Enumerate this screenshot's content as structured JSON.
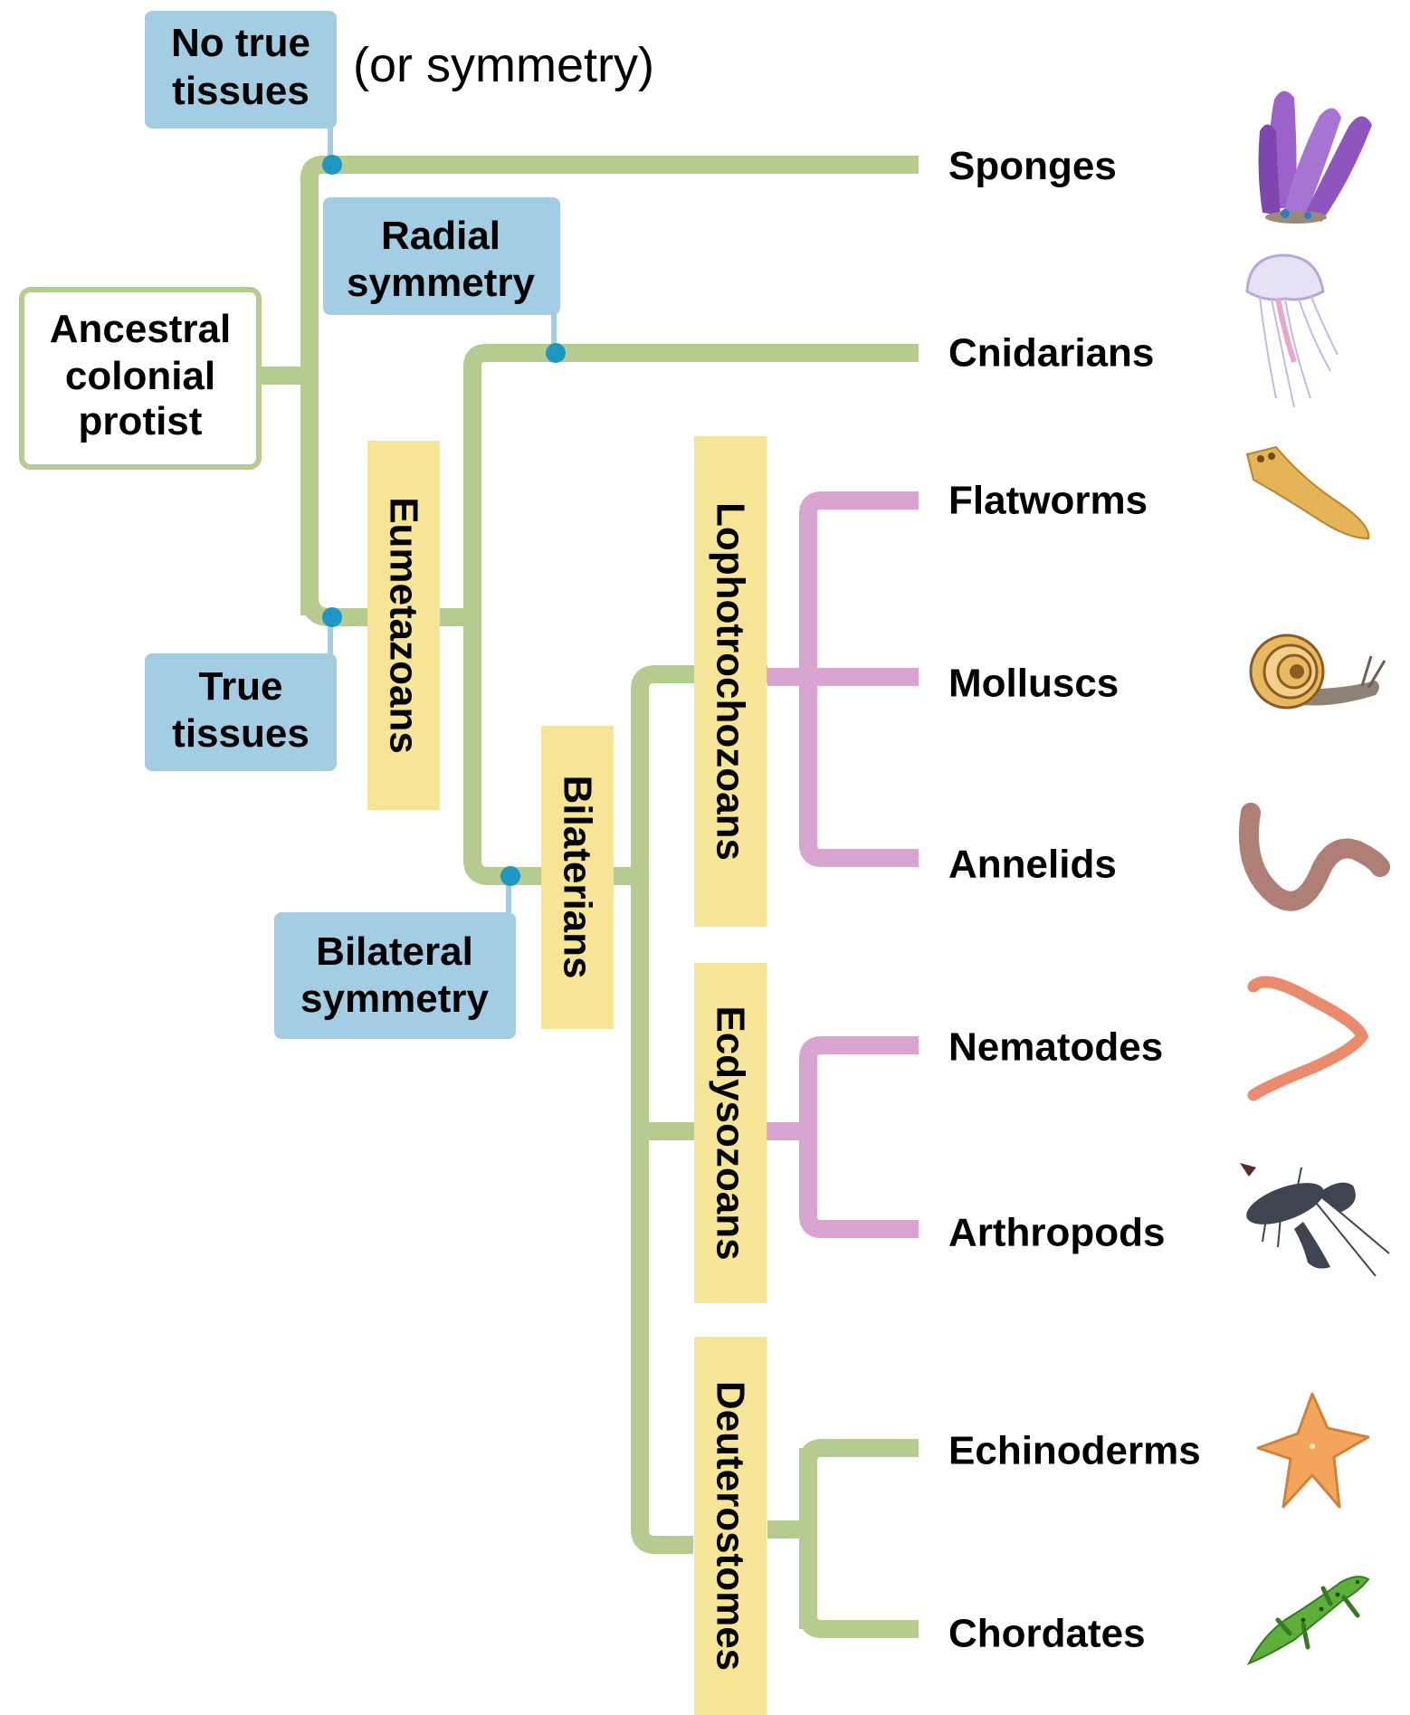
{
  "root": {
    "lines": [
      "Ancestral",
      "colonial",
      "protist"
    ]
  },
  "traits": {
    "no_true_tissues": {
      "lines": [
        "No true",
        "tissues"
      ]
    },
    "no_true_tissues_note": "(or symmetry)",
    "radial_symmetry": {
      "lines": [
        "Radial",
        "symmetry"
      ]
    },
    "true_tissues": {
      "lines": [
        "True",
        "tissues"
      ]
    },
    "bilateral_symmetry": {
      "lines": [
        "Bilateral",
        "symmetry"
      ]
    }
  },
  "clades": {
    "eumetazoans": "Eumetazoans",
    "bilaterians": "Bilaterians",
    "lophotrochozoans": "Lophotrochozoans",
    "ecdysozoans": "Ecdysozoans",
    "deuterostomes": "Deuterostomes"
  },
  "taxa": [
    {
      "name": "Sponges",
      "icon": "sponge-icon"
    },
    {
      "name": "Cnidarians",
      "icon": "jellyfish-icon"
    },
    {
      "name": "Flatworms",
      "icon": "flatworm-icon"
    },
    {
      "name": "Molluscs",
      "icon": "snail-icon"
    },
    {
      "name": "Annelids",
      "icon": "earthworm-icon"
    },
    {
      "name": "Nematodes",
      "icon": "nematode-icon"
    },
    {
      "name": "Arthropods",
      "icon": "lobster-icon"
    },
    {
      "name": "Echinoderms",
      "icon": "starfish-icon"
    },
    {
      "name": "Chordates",
      "icon": "salamander-icon"
    }
  ],
  "colors": {
    "branch_green": "#B6CB8F",
    "branch_pink": "#D8A5D3",
    "trait_box_blue": "#A2CDE2",
    "clade_box_yellow": "#F7E597",
    "node_dot": "#1F97C4",
    "root_border": "#B6CB8F"
  }
}
